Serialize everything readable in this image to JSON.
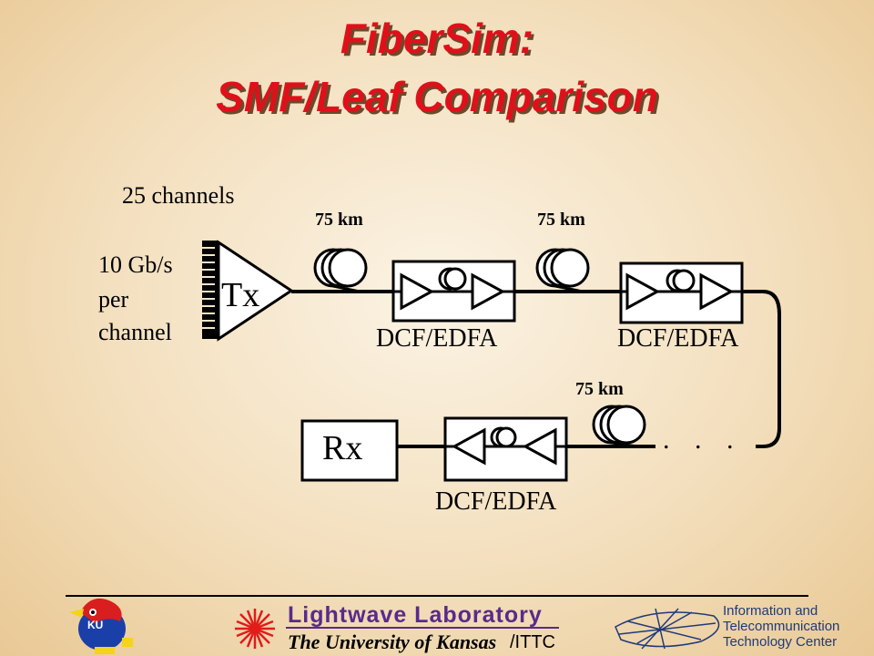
{
  "title": {
    "line1": "FiberSim:",
    "line2": "SMF/Leaf Comparison"
  },
  "diagram": {
    "channels_label": "25  channels",
    "rate_label": [
      "10 Gb/s",
      "per",
      "channel"
    ],
    "tx_label": "Tx",
    "rx_label": "Rx",
    "span_labels": [
      "75 km",
      "75 km",
      "75 km"
    ],
    "amp_labels": [
      "DCF/EDFA",
      "DCF/EDFA",
      "DCF/EDFA"
    ],
    "continuation": ". . ."
  },
  "footer": {
    "lab_name": "Lightwave Laboratory",
    "university": "The University of Kansas",
    "suffix": "/ITTC",
    "center_lines": [
      "Information and",
      "Telecommunication",
      "Technology Center"
    ],
    "ku_mark": "KU"
  },
  "colors": {
    "title": "#e0101a",
    "lab_purple": "#5a2a8a",
    "itc_navy": "#1f3a7a",
    "ku_blue": "#1a3fa8",
    "jayhawk_red": "#d81e1e",
    "jayhawk_yellow": "#f5d31a"
  }
}
